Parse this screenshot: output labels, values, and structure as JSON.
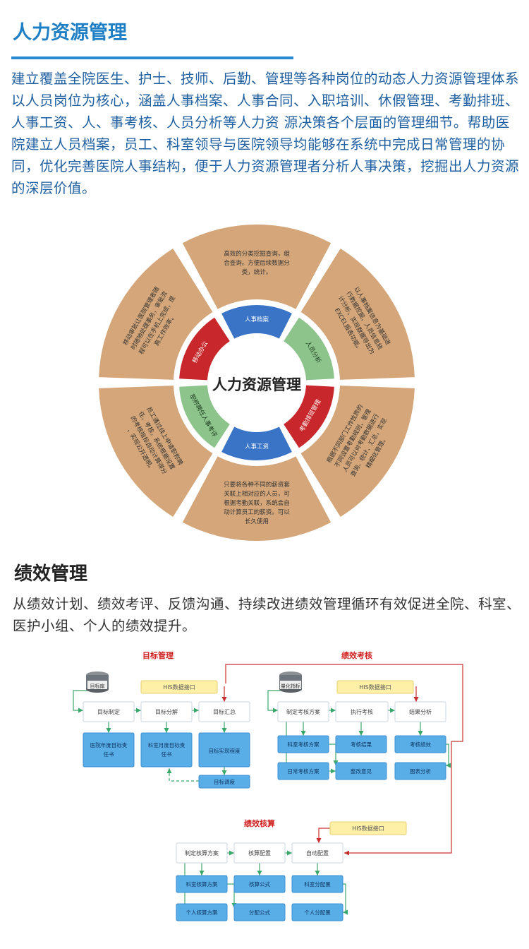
{
  "hr": {
    "title": "人力资源管理",
    "description": "建立覆盖全院医生、护士、技师、后勤、管理等各种岗位的动态人力资源管理体系以人员岗位为核心，涵盖人事档案、人事合同、入职培训、休假管理、考勤排班、人事工资、人、事考核、人员分析等人力资 源决策各个层面的管理细节。帮助医院建立人员档案，员工、科室领导与医院领导均能够在系统中完成日常管理的协同，优化完善医院人事结构，便于人力资源管理者分析人事决策，挖掘出人力资源的深层价值。"
  },
  "wheel": {
    "center": "人力资源管理",
    "inner": [
      "人事档案",
      "人员分析",
      "考勤排班管理",
      "人事工资",
      "职称聘任人事考评",
      "移动办公"
    ],
    "outer": [
      "高效的分类挖掘查询，组合查询。方便后续数据分类，统计。",
      "以人事档案信息为基础进行数据挖掘，人员信息统计分析，实现数据导出为EXCEL报表功能。",
      "根据不同部门工作性质的不同设置考勤规则，管理人员可以对考勤数据进行查询、统计、汇总，实现精细化管理。",
      "只要将各种不同的薪资套关联上相对应的人员，可根据考勤关联，系统会自动计算员工的薪资。可以长久使用",
      "员工通过线上申请职称聘任，考核，系统根据设置的考核指标自动计算得分，实现公开透明。",
      "移动审批让医院管理者随时随地处理事务，审批流程可以在手机上完成，提高工作效率。"
    ]
  },
  "perf": {
    "title": "绩效管理",
    "description": "从绩效计划、绩效考评、反馈沟通、持续改进绩效管理循环有效促进全院、科室、医护小组、个人的绩效提升。"
  },
  "flow": {
    "section_target": "目标管理",
    "section_assess": "绩效考核",
    "section_calc": "绩效核算",
    "db1": "目标库",
    "db2": "量化指标",
    "his": "HIS数据接口",
    "t1": "目标制定",
    "t2": "目标分解",
    "t3": "目标汇总",
    "t4": "医院年度目标责任书",
    "t5": "科室月度目标责任书",
    "t6": "目标实现程度",
    "t7": "目标调度",
    "a1": "制定考核方案",
    "a2": "执行考核",
    "a3": "结果分析",
    "a4": "科室考核方案",
    "a5": "考核结果",
    "a6": "考核绩效",
    "a7": "日常考核方案",
    "a8": "整改意见",
    "a9": "图表分析",
    "c1": "制定核算方案",
    "c2": "核算配置",
    "c3": "自动配置",
    "c4": "科室核算方案",
    "c5": "核算公式",
    "c6": "科室分配置",
    "c7": "个人核算方案",
    "c8": "分配公式",
    "c9": "个人分配置"
  },
  "colors": {
    "accent": "#1f7fc4",
    "segment": "#d4a679",
    "red": "#c8282c",
    "blue": "#3a74c6",
    "green": "#8cc48c",
    "box": "#5aaee8"
  }
}
